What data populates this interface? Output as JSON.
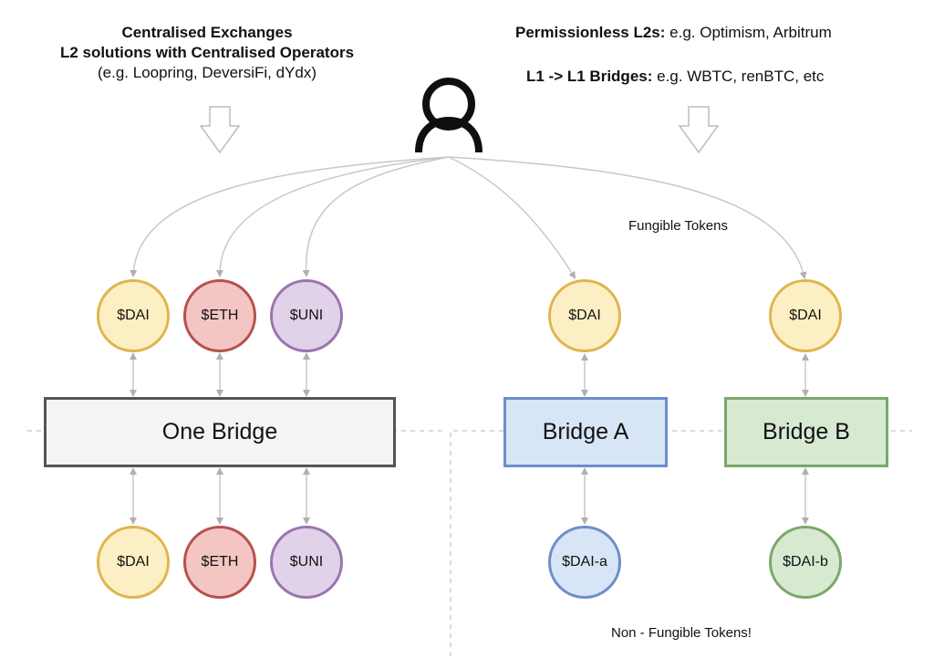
{
  "left_heading": {
    "line1": "Centralised Exchanges",
    "line2": "L2 solutions with Centralised Operators",
    "line3": "(e.g. Loopring, DeversiFi, dYdx)"
  },
  "right_heading": {
    "line1_bold": "Permissionless L2s:",
    "line1_rest": " e.g. Optimism, Arbitrum",
    "line2_bold": "L1 -> L1 Bridges:",
    "line2_rest": " e.g. WBTC, renBTC, etc"
  },
  "icons": {
    "user": "user-icon",
    "arrow": "hollow-down-arrow-icon"
  },
  "top_tokens_left": [
    "$DAI",
    "$ETH",
    "$UNI"
  ],
  "bottom_tokens_left": [
    "$DAI",
    "$ETH",
    "$UNI"
  ],
  "one_bridge_label": "One Bridge",
  "bridge_a": {
    "label": "Bridge A",
    "top_token": "$DAI",
    "bottom_token": "$DAI-a"
  },
  "bridge_b": {
    "label": "Bridge B",
    "top_token": "$DAI",
    "bottom_token": "$DAI-b"
  },
  "fungible_label": "Fungible Tokens",
  "non_fungible_label": "Non - Fungible Tokens!",
  "colors": {
    "dai": "#fdefc4",
    "eth": "#f3c6c4",
    "uni": "#e0d2e8",
    "bridge_gray": "#f4f4f4",
    "bridge_blue": "#d8e5f7",
    "bridge_green": "#d8e9d2",
    "connector": "#c8c8c8"
  }
}
